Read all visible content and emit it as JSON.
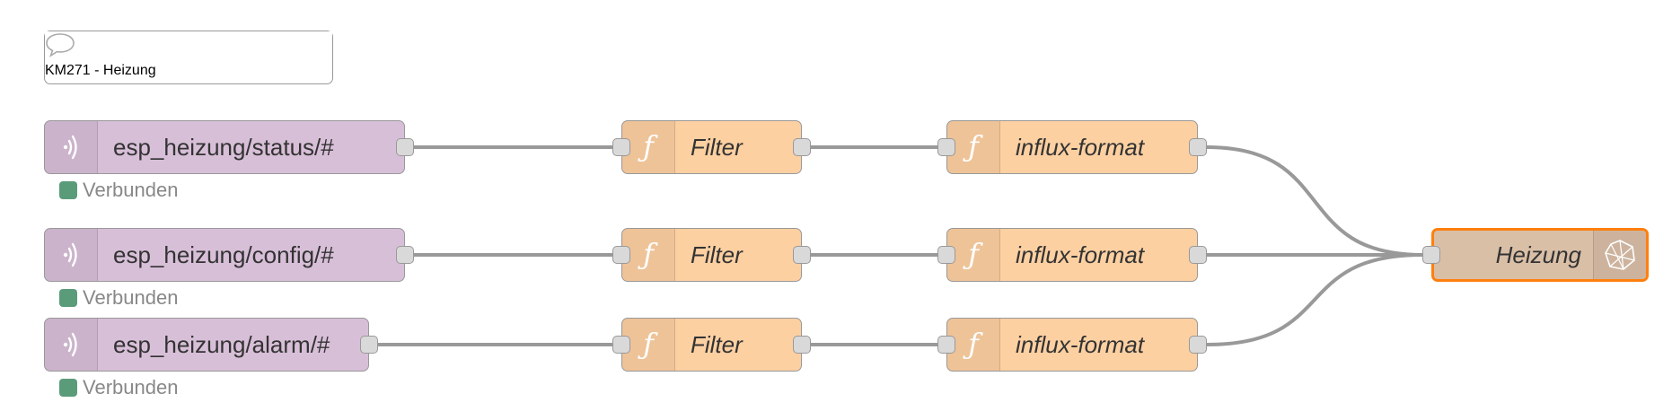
{
  "flow": {
    "comment": {
      "label": "KM271 - Heizung",
      "icon": "comment-icon"
    },
    "colors": {
      "mqtt_node": "#d8bfd8",
      "function_node": "#fdd0a2",
      "output_node": "#dabfa7",
      "selected_border": "#ff7f0e",
      "wire": "#999999",
      "status_connected": "#5a9c7a"
    },
    "rows": [
      {
        "mqtt": {
          "label": "esp_heizung/status/#",
          "status": "Verbunden",
          "icon": "mqtt-icon"
        },
        "filter": {
          "label": "Filter",
          "icon": "function-icon"
        },
        "format": {
          "label": "influx-format",
          "icon": "function-icon"
        }
      },
      {
        "mqtt": {
          "label": "esp_heizung/config/#",
          "status": "Verbunden",
          "icon": "mqtt-icon"
        },
        "filter": {
          "label": "Filter",
          "icon": "function-icon"
        },
        "format": {
          "label": "influx-format",
          "icon": "function-icon"
        }
      },
      {
        "mqtt": {
          "label": "esp_heizung/alarm/#",
          "status": "Verbunden",
          "icon": "mqtt-icon"
        },
        "filter": {
          "label": "Filter",
          "icon": "function-icon"
        },
        "format": {
          "label": "influx-format",
          "icon": "function-icon"
        }
      }
    ],
    "output": {
      "label": "Heizung",
      "icon": "influxdb-icon",
      "selected": true
    }
  }
}
